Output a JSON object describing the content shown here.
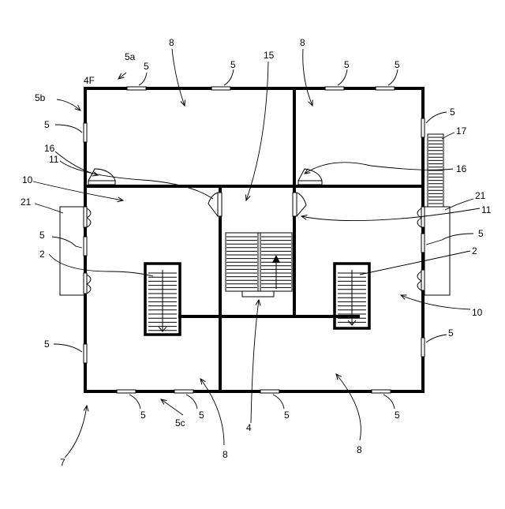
{
  "floor_label": "4F",
  "labels": {
    "l5a": "5a",
    "l5b": "5b",
    "l5c": "5c",
    "n5_1": "5",
    "n5_2": "5",
    "n5_3": "5",
    "n5_4": "5",
    "n5_5": "5",
    "n5_6": "5",
    "n5_7": "5",
    "n5_8": "5",
    "n5_9": "5",
    "n5_10": "5",
    "n5_11": "5",
    "n5_12": "5",
    "n5_13": "5",
    "n8_1": "8",
    "n8_2": "8",
    "n8_3": "8",
    "n8_4": "8",
    "n15": "15",
    "n17": "17",
    "n16_l": "16",
    "n16_r": "16",
    "n11_l": "11",
    "n11_r": "11",
    "n10_l": "10",
    "n10_r": "10",
    "n21_l": "21",
    "n21_r": "21",
    "n2_l": "2",
    "n2_r": "2",
    "n4": "4",
    "n7": "7"
  }
}
